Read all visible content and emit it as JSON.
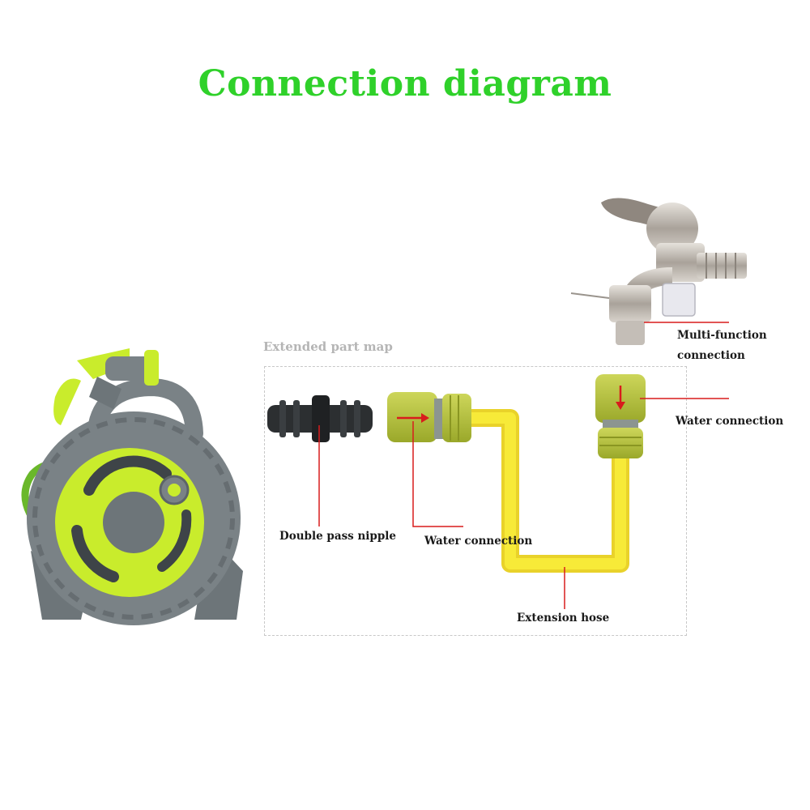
{
  "title": "Connection diagram",
  "colors": {
    "title": "#2fd12a",
    "reel_gray": "#7a8286",
    "reel_lime": "#c9ec2c",
    "connector_olive": "#b8c43a",
    "hose_yellow": "#f7ea38",
    "leader_red": "#d81c1c",
    "faucet_metal": "#b9b3ac"
  },
  "extended_part_map_label": "Extended part map",
  "labels": {
    "multi_function_line1": "Multi-function",
    "multi_function_line2": "connection",
    "water_connection_right": "Water connection",
    "double_pass_nipple": "Double pass nipple",
    "water_connection_left": "Water connection",
    "extension_hose": "Extension hose"
  },
  "icons": [
    "hose-reel-icon",
    "spray-gun-icon",
    "double-nipple-icon",
    "quick-connector-icon",
    "faucet-icon",
    "extension-hose-icon"
  ]
}
